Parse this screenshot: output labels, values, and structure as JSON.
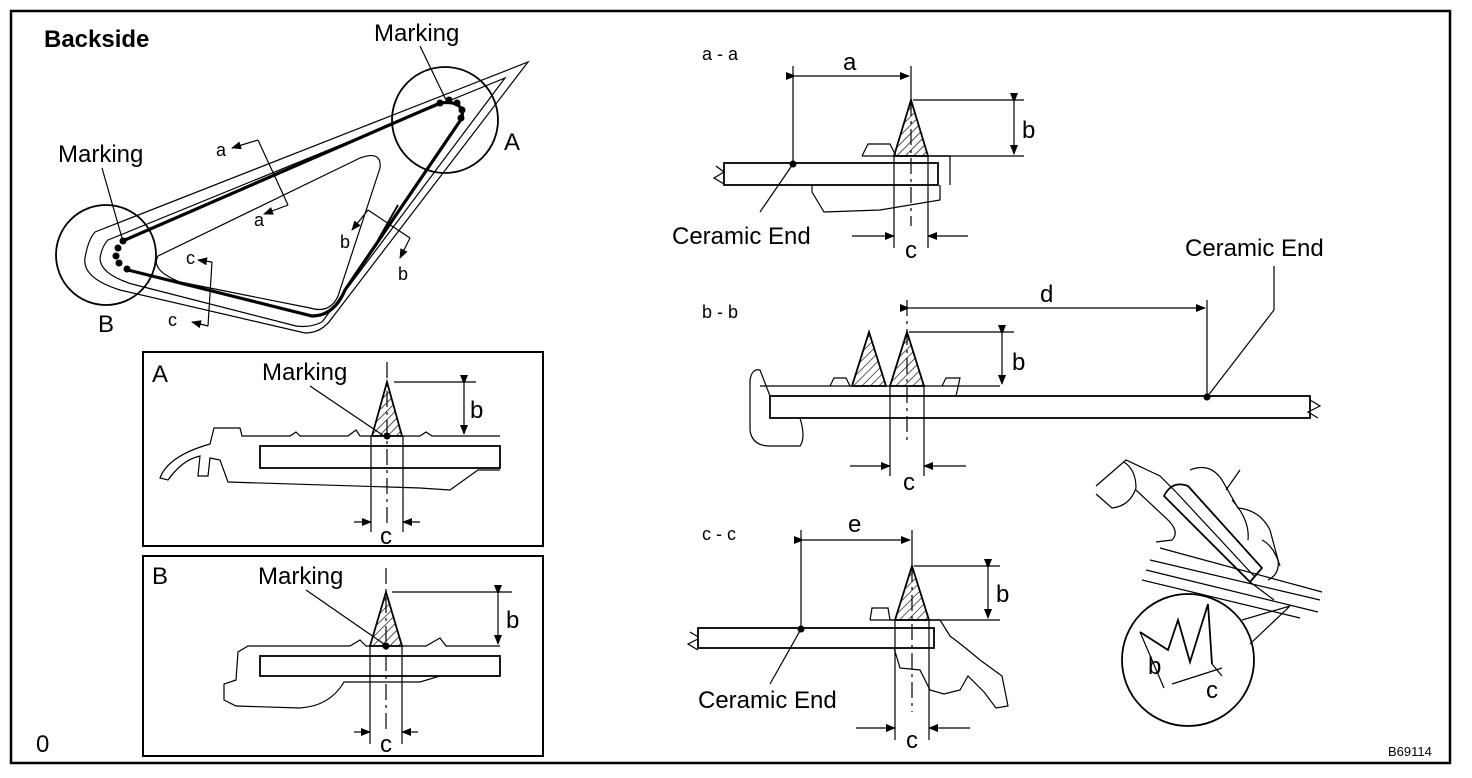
{
  "title": "Backside",
  "labels": {
    "marking": "Marking",
    "ceramic_end": "Ceramic End",
    "detail_a": "A",
    "detail_b": "B",
    "zero": "0",
    "code": "B69114"
  },
  "dimensions": {
    "a": "a",
    "b": "b",
    "c": "c",
    "d": "d",
    "e": "e"
  },
  "sections": {
    "aa": "a - a",
    "bb": "b - b",
    "cc": "c - c"
  }
}
